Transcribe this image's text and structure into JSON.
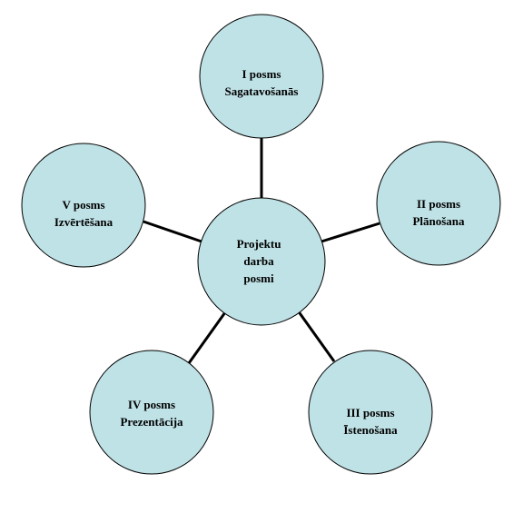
{
  "diagram": {
    "center": {
      "lines": [
        "Projektu",
        "darba",
        "posmi"
      ]
    },
    "nodes": [
      {
        "id": "stage-1",
        "line1": "I posms",
        "line2": "Sagatavošanās"
      },
      {
        "id": "stage-2",
        "line1": "II posms",
        "line2": "Plānošana"
      },
      {
        "id": "stage-3",
        "line1": "III posms",
        "line2": "Īstenošana"
      },
      {
        "id": "stage-4",
        "line1": "IV posms",
        "line2": "Prezentācija"
      },
      {
        "id": "stage-5",
        "line1": "V posms",
        "line2": "Izvērtēšana"
      }
    ],
    "colors": {
      "circle_fill": "#bfe2e6",
      "stroke": "#000000"
    }
  }
}
